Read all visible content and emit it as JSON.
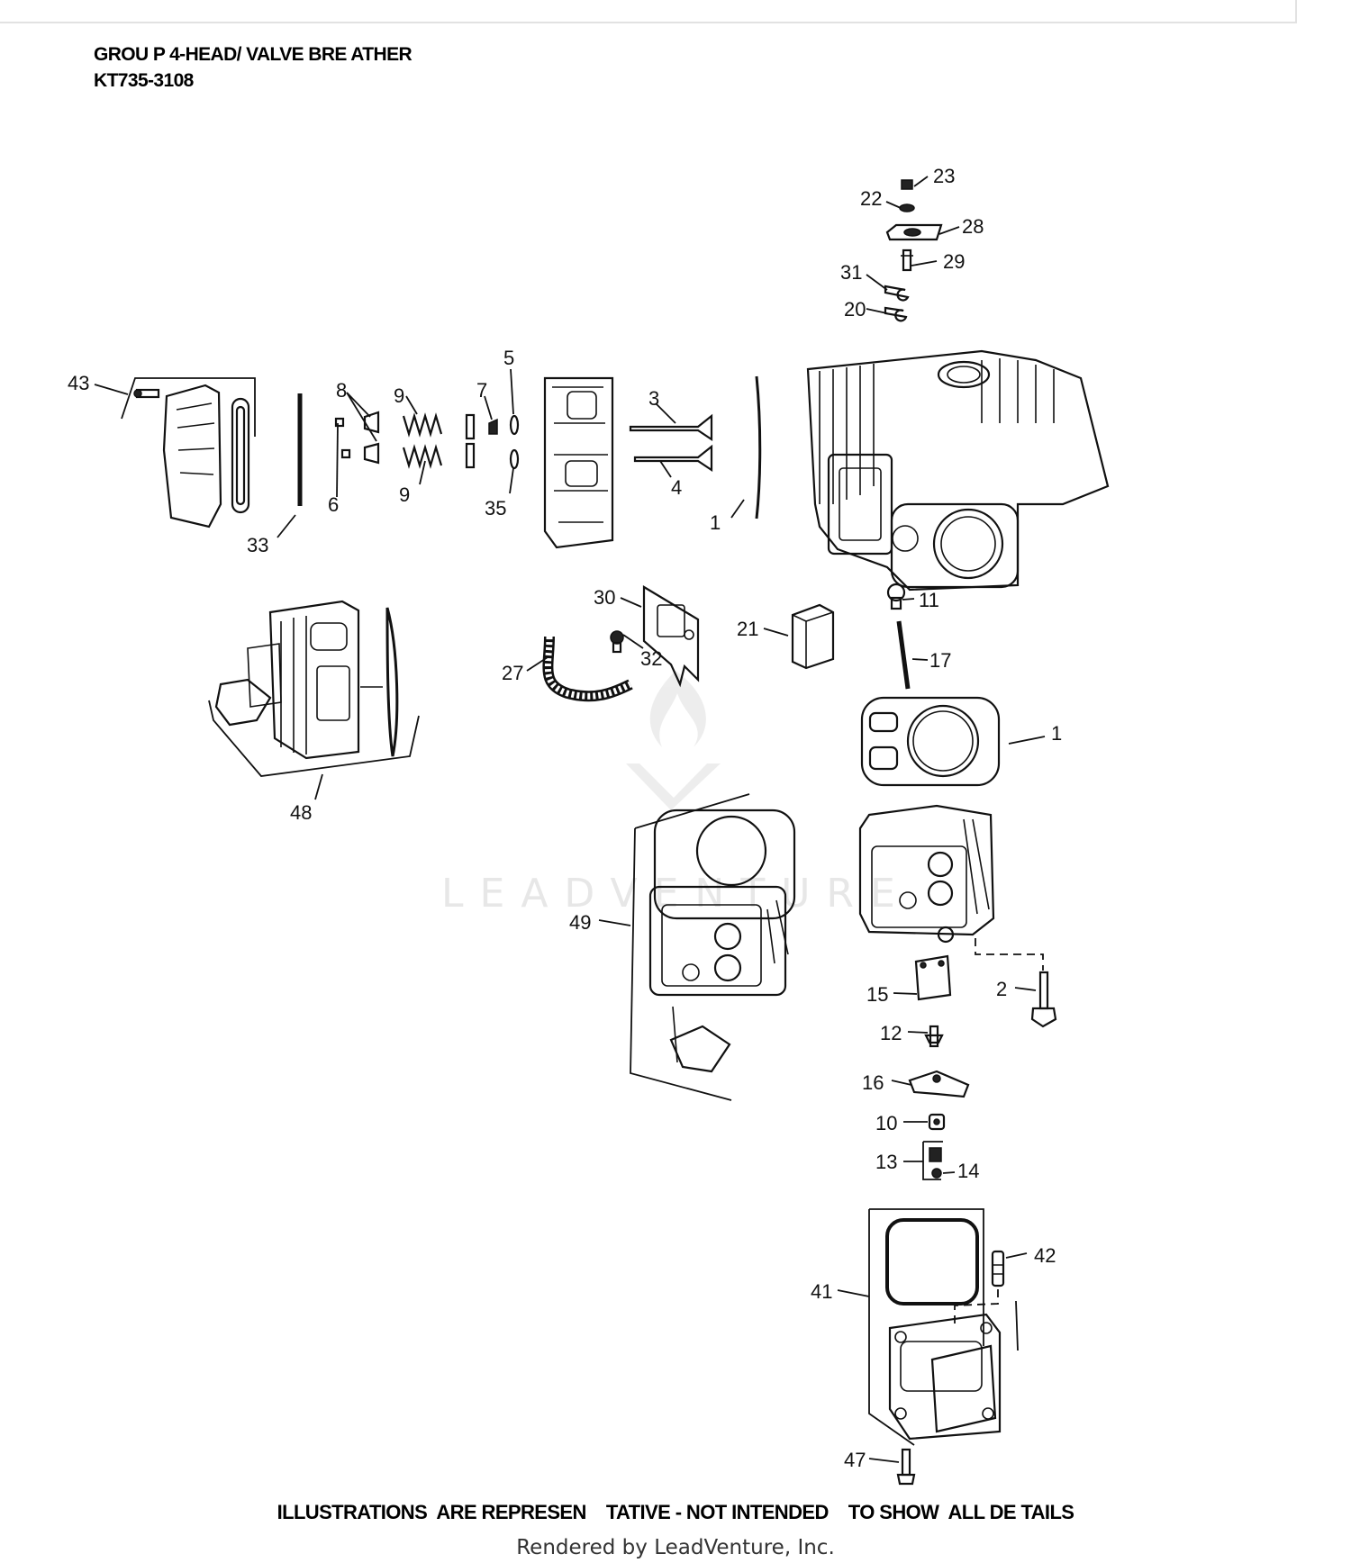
{
  "header": {
    "title_line1": "GROU P 4-HEAD/ VALVE BRE ATHER",
    "title_line2": "KT735-3108"
  },
  "watermark": {
    "text": "LEADVENTURE"
  },
  "callouts": {
    "c23": "23",
    "c22": "22",
    "c28": "28",
    "c29": "29",
    "c31": "31",
    "c20": "20",
    "c43": "43",
    "c8": "8",
    "c9a": "9",
    "c7": "7",
    "c5": "5",
    "c3": "3",
    "c6": "6",
    "c9b": "9",
    "c35": "35",
    "c4": "4",
    "c33": "33",
    "c1a": "1",
    "c30": "30",
    "c21": "21",
    "c11": "11",
    "c32": "32",
    "c27": "27",
    "c17": "17",
    "c1b": "1",
    "c48": "48",
    "c49": "49",
    "c15": "15",
    "c2": "2",
    "c12": "12",
    "c16": "16",
    "c10": "10",
    "c13": "13",
    "c14": "14",
    "c42": "42",
    "c41": "41",
    "c47": "47"
  },
  "footer": {
    "note": "ILLUSTRATIONS  ARE REPRESEN    TATIVE - NOT INTENDED    TO SHOW  ALL DE TAILS",
    "rendered_by": "Rendered by LeadVenture, Inc."
  }
}
